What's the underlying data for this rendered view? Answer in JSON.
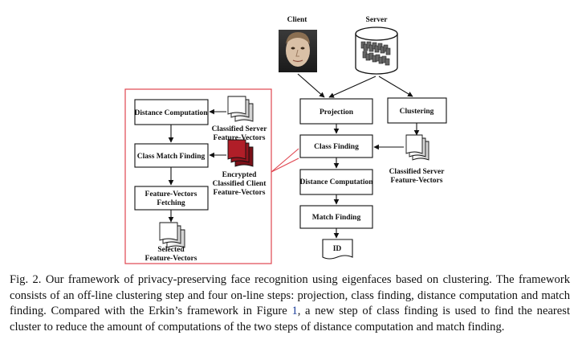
{
  "diagram": {
    "client_label": "Client",
    "server_label": "Server",
    "online": {
      "projection": "Projection",
      "class_finding": "Class Finding",
      "distance_computation": "Distance Computation",
      "match_finding": "Match Finding",
      "id": "ID"
    },
    "clustering": "Clustering",
    "classified_server_right": [
      "Classified Server",
      "Feature-Vectors"
    ],
    "detail": {
      "distance_computation": "Distance Computation",
      "class_match_finding": "Class Match Finding",
      "feature_vectors_fetching": [
        "Feature-Vectors",
        "Fetching"
      ],
      "classified_server": [
        "Classified Server",
        "Feature-Vectors"
      ],
      "encrypted_client": [
        "Encrypted",
        "Classified Client",
        "Feature-Vectors"
      ],
      "selected": [
        "Selected",
        "Feature-Vectors"
      ]
    },
    "colors": {
      "highlight": "#e0454f",
      "encrypted_fill": "#b01e28"
    }
  },
  "caption": {
    "prefix": "Fig. 2.  Our framework of privacy-preserving face recognition using eigenfaces based on clustering. The framework consists of an off-line clustering step and four on-line steps: projection, class finding, distance computation and match finding. Compared with the Erkin’s framework in Figure ",
    "ref": "1",
    "suffix": ", a new step of class finding is used to find the nearest cluster to reduce the amount of computations of the two steps of distance computation and match finding."
  }
}
